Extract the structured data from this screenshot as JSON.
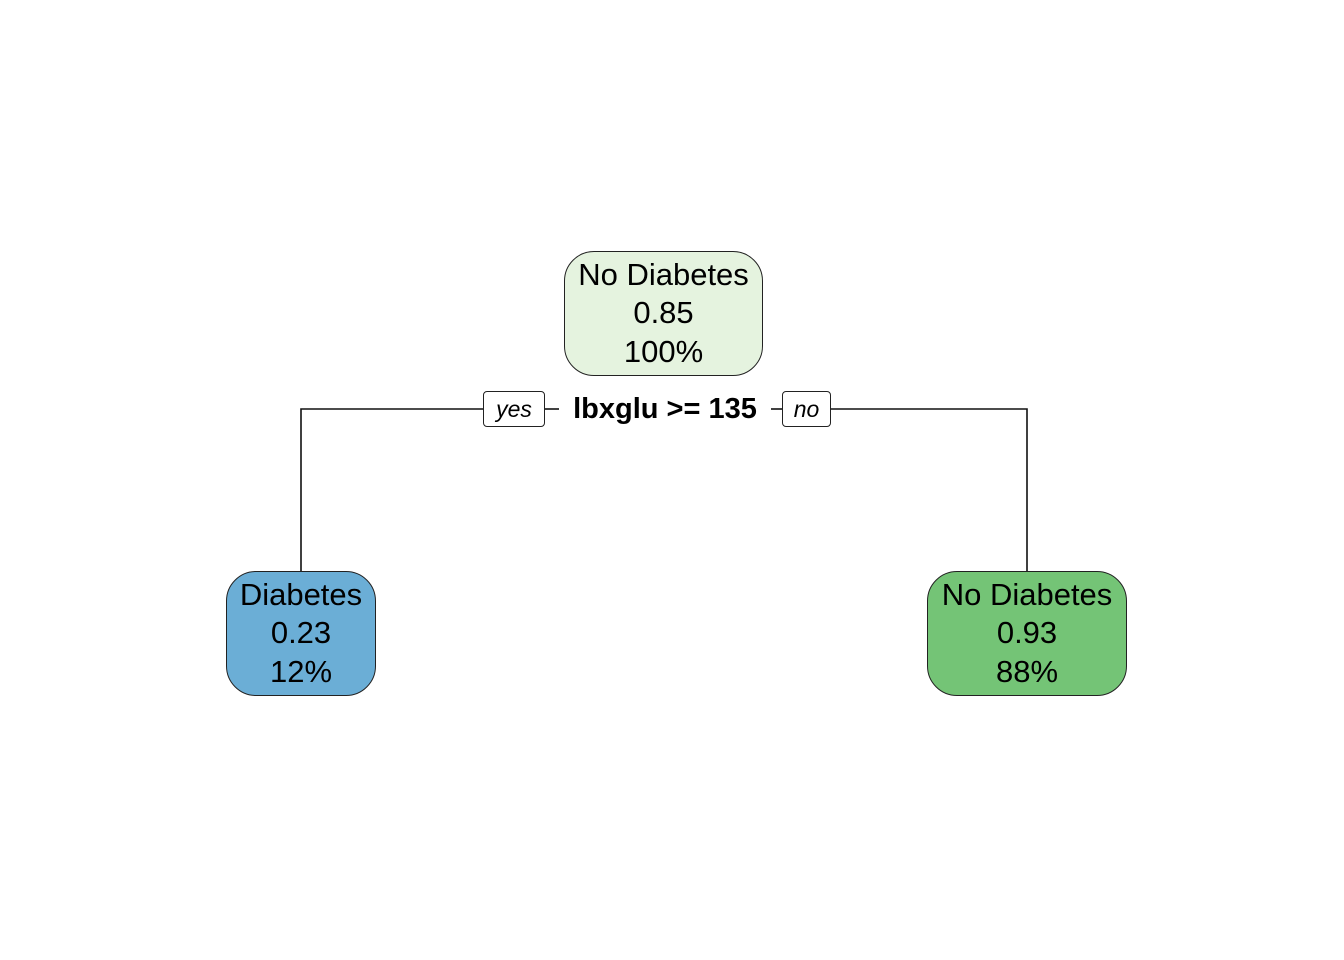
{
  "tree": {
    "split": {
      "rule": "lbxglu >= 135"
    },
    "branches": {
      "yes": "yes",
      "no": "no"
    },
    "nodes": {
      "root": {
        "label": "No Diabetes",
        "prob": "0.85",
        "pct": "100%",
        "fill": "#e5f3df"
      },
      "left": {
        "label": "Diabetes",
        "prob": "0.23",
        "pct": "12%",
        "fill": "#6baed6"
      },
      "right": {
        "label": "No Diabetes",
        "prob": "0.93",
        "pct": "88%",
        "fill": "#74c476"
      }
    }
  }
}
